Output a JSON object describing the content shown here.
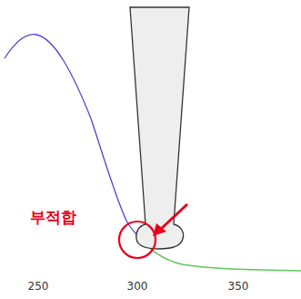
{
  "diagram": {
    "labels": [
      "부적합",
      "250",
      "300",
      "350"
    ]
  }
}
